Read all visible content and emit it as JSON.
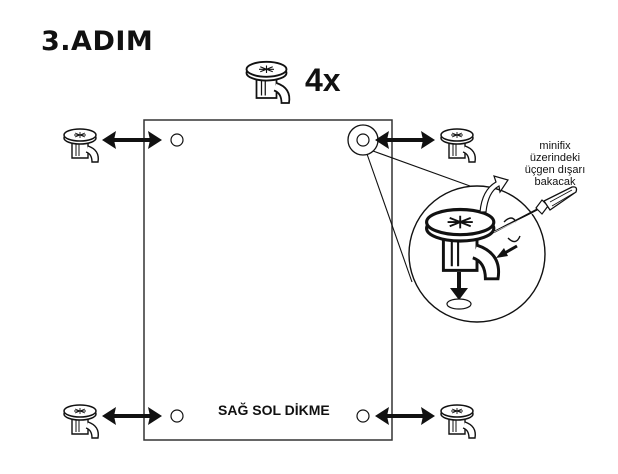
{
  "step": {
    "title": "3.ADIM"
  },
  "parts": {
    "quantity_label": "4x",
    "part_icon": "minifix-cam-lock-icon"
  },
  "panel": {
    "label": "SAĞ SOL DİKME"
  },
  "detail": {
    "note_lines": [
      "minifix",
      "üzerindeki",
      "üçgen dışarı",
      "bakacak"
    ],
    "tool_icon": "screwdriver-icon"
  },
  "colors": {
    "line": "#111111",
    "background": "#ffffff"
  }
}
